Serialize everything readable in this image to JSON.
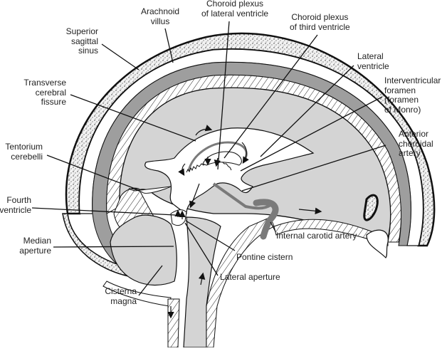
{
  "diagram": {
    "title": "Cerebrospinal fluid circulation — midsagittal section of brain",
    "colors": {
      "background": "#ffffff",
      "brain_tissue": "#d4d4d4",
      "subarachnoid_dark": "#9e9e9e",
      "ventricle": "#ffffff",
      "outline": "#111111",
      "artery": "#7a7a7a"
    },
    "labels": {
      "arachnoid_villus": [
        "Arachnoid",
        "villus"
      ],
      "choroid_plexus_lateral": [
        "Choroid plexus",
        "of lateral ventricle"
      ],
      "choroid_plexus_third": [
        "Choroid plexus",
        "of third ventricle"
      ],
      "superior_sagittal_sinus": [
        "Superior",
        "sagittal",
        "sinus"
      ],
      "lateral_ventricle": [
        "Lateral",
        "ventricle"
      ],
      "interventricular_foramen": [
        "Interventricular",
        "foramen",
        "(foramen",
        "of Monro)"
      ],
      "transverse_cerebral_fissure": [
        "Transverse",
        "cerebral",
        "fissure"
      ],
      "anterior_choroidal_artery": [
        "Anterior",
        "choroidal",
        "artery"
      ],
      "tentorium_cerebelli": [
        "Tentorium",
        "cerebelli"
      ],
      "fourth_ventricle": [
        "Fourth",
        "ventricle"
      ],
      "internal_carotid_artery": [
        "Internal carotid artery"
      ],
      "median_aperture": [
        "Median",
        "aperture"
      ],
      "pontine_cistern": [
        "Pontine cistern"
      ],
      "lateral_aperture": [
        "Lateral aperture"
      ],
      "cisterna_magna": [
        "Cisterna",
        "magna"
      ]
    }
  }
}
